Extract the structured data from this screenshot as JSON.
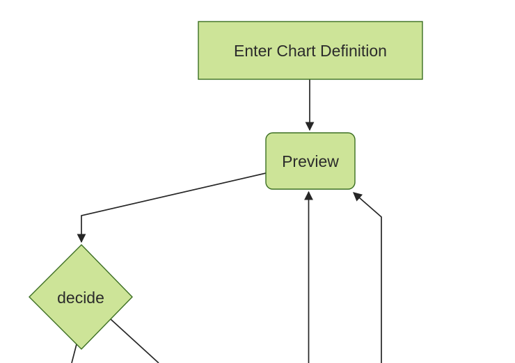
{
  "diagram": {
    "type": "flowchart",
    "direction": "top-down",
    "nodes": [
      {
        "id": "enter-chart-definition",
        "label": "Enter Chart Definition",
        "shape": "rectangle"
      },
      {
        "id": "preview",
        "label": "Preview",
        "shape": "rounded-rectangle"
      },
      {
        "id": "decide",
        "label": "decide",
        "shape": "diamond"
      }
    ],
    "edges": [
      {
        "name": "enter-chart-definition-to-preview",
        "arrowhead": true
      },
      {
        "name": "preview-to-decide",
        "arrowhead": true
      },
      {
        "name": "decide-to-offscreen-bottom-left",
        "arrowhead": false
      },
      {
        "name": "decide-to-offscreen-bottom-right",
        "arrowhead": false
      },
      {
        "name": "offscreen-bottom-to-preview",
        "arrowhead": true
      },
      {
        "name": "offscreen-bottom-right-to-preview",
        "arrowhead": true
      }
    ],
    "colors": {
      "node_fill": "#cde498",
      "node_border": "#3b6e22",
      "edge_line": "#262626",
      "label_text": "#2b2b2b",
      "background": "#ffffff"
    }
  }
}
